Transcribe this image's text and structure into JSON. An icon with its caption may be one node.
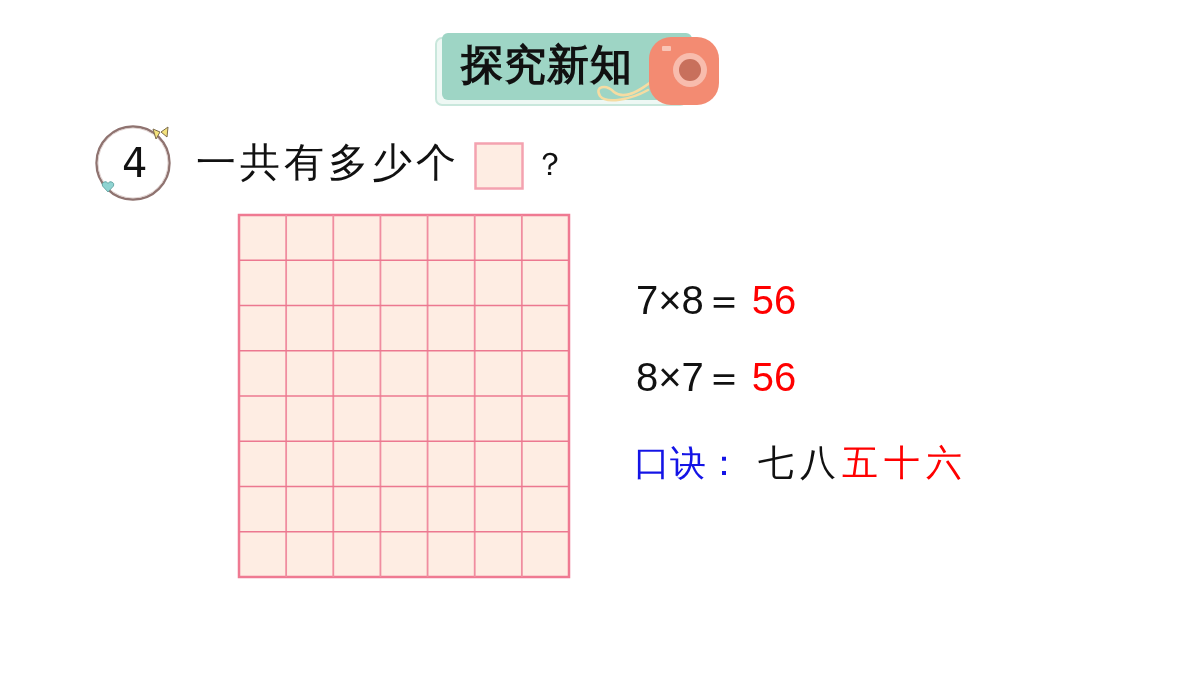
{
  "diagram": {
    "title": "探究新知",
    "nodes": [
      {
        "text": [
          "4"
        ]
      }
    ],
    "labels": [
      "一共有多少个",
      "？",
      "7×8＝",
      "56",
      "8×7＝",
      "56",
      "口诀：",
      "七八",
      "五十六"
    ]
  }
}
